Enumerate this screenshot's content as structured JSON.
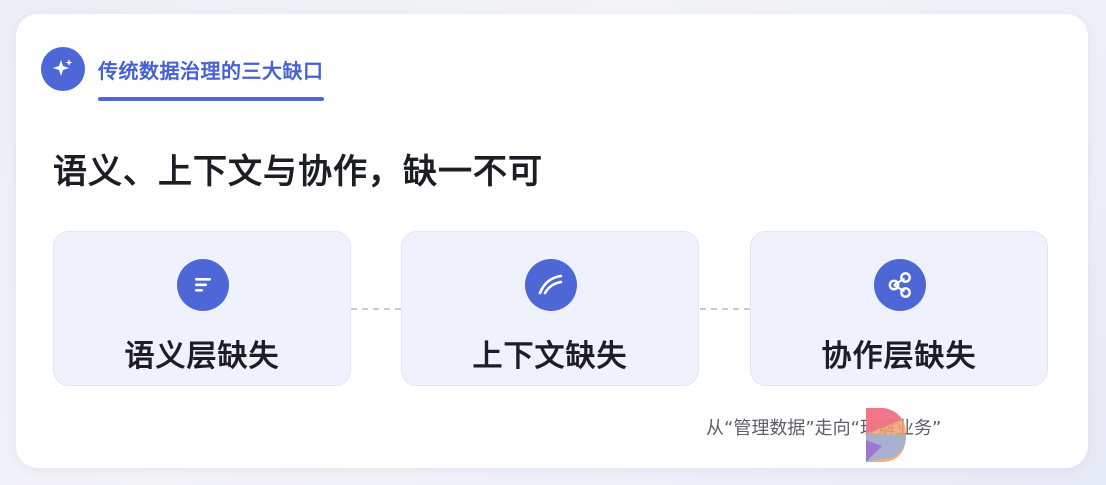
{
  "header": {
    "title": "传统数据治理的三大缺口",
    "icon": "sparkle-icon"
  },
  "headline": "语义、上下文与协作，缺一不可",
  "boxes": [
    {
      "label": "语义层缺失",
      "icon": "text-lines-icon"
    },
    {
      "label": "上下文缺失",
      "icon": "arc-lines-icon"
    },
    {
      "label": "协作层缺失",
      "icon": "share-nodes-icon"
    }
  ],
  "footnote": "从“管理数据”走向“理解业务”",
  "colors": {
    "accent": "#4d68d6",
    "title_blue": "#4561d2",
    "box_background": "#eff2fc",
    "text_dark": "#1c1d25",
    "footnote_gray": "#5b5e6b"
  }
}
